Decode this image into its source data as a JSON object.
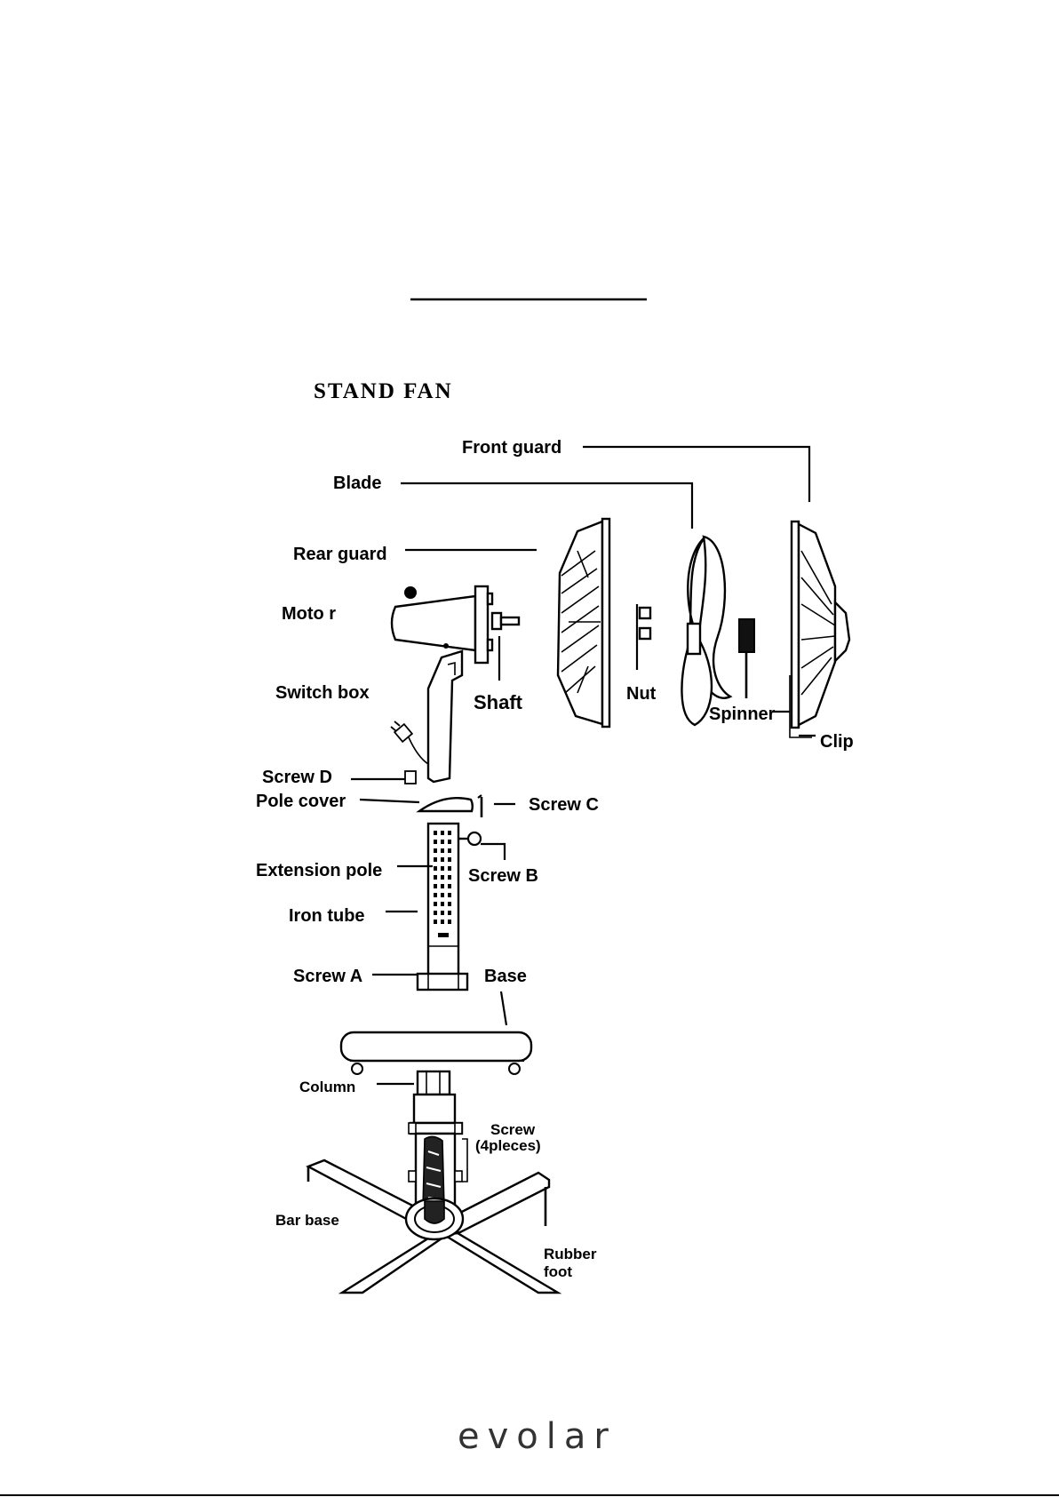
{
  "header": {
    "underline_text": ""
  },
  "diagram": {
    "title": "STAND FAN",
    "labels": {
      "front_guard": "Front guard",
      "blade": "Blade",
      "rear_guard": "Rear guard",
      "motor": "Moto r",
      "switch_box": "Switch box",
      "shaft": "Shaft",
      "nut": "Nut",
      "spinner": "Spinner",
      "clip": "Clip",
      "screw_d": "Screw D",
      "pole_cover": "Pole cover",
      "screw_c": "Screw C",
      "extension_pole": "Extension pole",
      "screw_b": "Screw B",
      "iron_tube": "Iron tube",
      "screw_a": "Screw A",
      "base": "Base",
      "column": "Column",
      "screw": "Screw",
      "screw_count": "(4pleces)",
      "bar_base": "Bar base",
      "rubber": "Rubber",
      "foot": "foot"
    }
  },
  "footer": {
    "brand": "evolar"
  }
}
